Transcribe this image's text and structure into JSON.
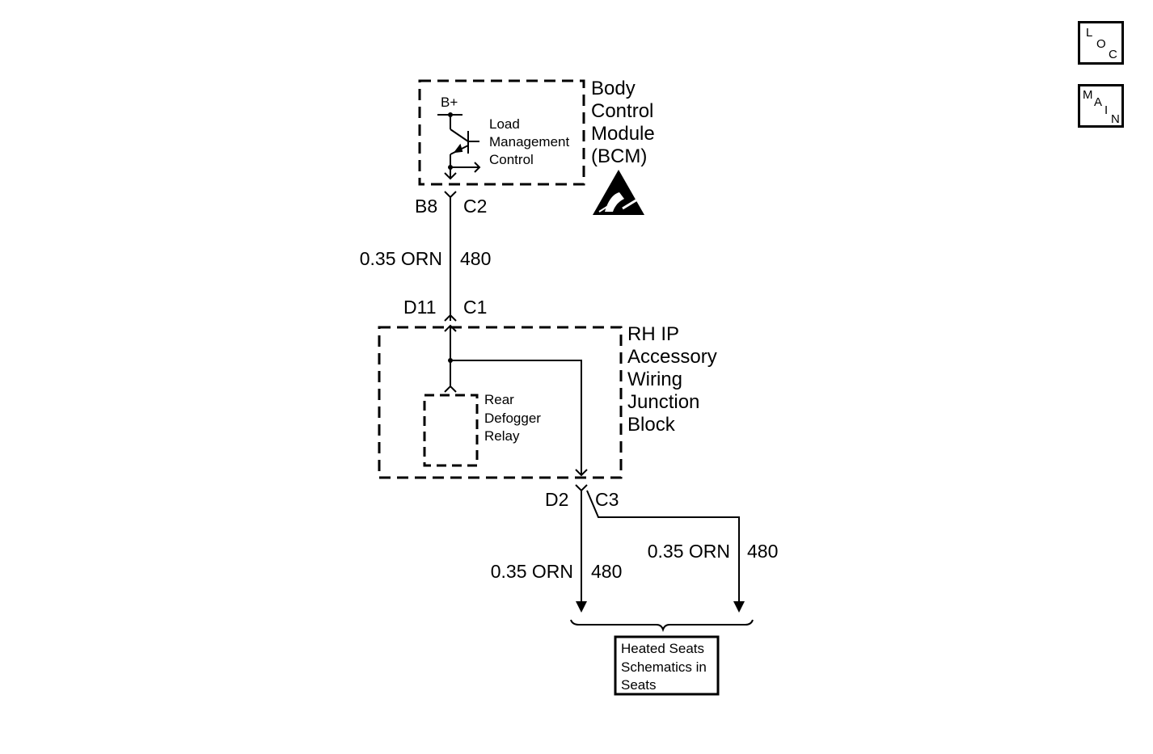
{
  "nav": {
    "loc": [
      "L",
      "O",
      "C"
    ],
    "main": [
      "M",
      "A",
      "I",
      "N"
    ]
  },
  "bcm": {
    "name_lines": [
      "Body",
      "Control",
      "Module",
      "(BCM)"
    ],
    "supply": "B+",
    "internal_lines": [
      "Load",
      "Management",
      "Control"
    ],
    "esd_icon": "esd-warning-icon"
  },
  "wire1": {
    "from_pin": "B8",
    "from_connector": "C2",
    "gauge_color": "0.35 ORN",
    "circuit": "480",
    "to_pin": "D11",
    "to_connector": "C1"
  },
  "junction_block": {
    "name_lines": [
      "RH IP",
      "Accessory",
      "Wiring",
      "Junction",
      "Block"
    ],
    "relay_lines": [
      "Rear",
      "Defogger",
      "Relay"
    ],
    "out_pin": "D2",
    "out_connector": "C3"
  },
  "branch_left": {
    "gauge_color": "0.35 ORN",
    "circuit": "480"
  },
  "branch_right": {
    "gauge_color": "0.35 ORN",
    "circuit": "480"
  },
  "reference": {
    "lines": [
      "Heated Seats",
      "Schematics in",
      "Seats"
    ]
  }
}
